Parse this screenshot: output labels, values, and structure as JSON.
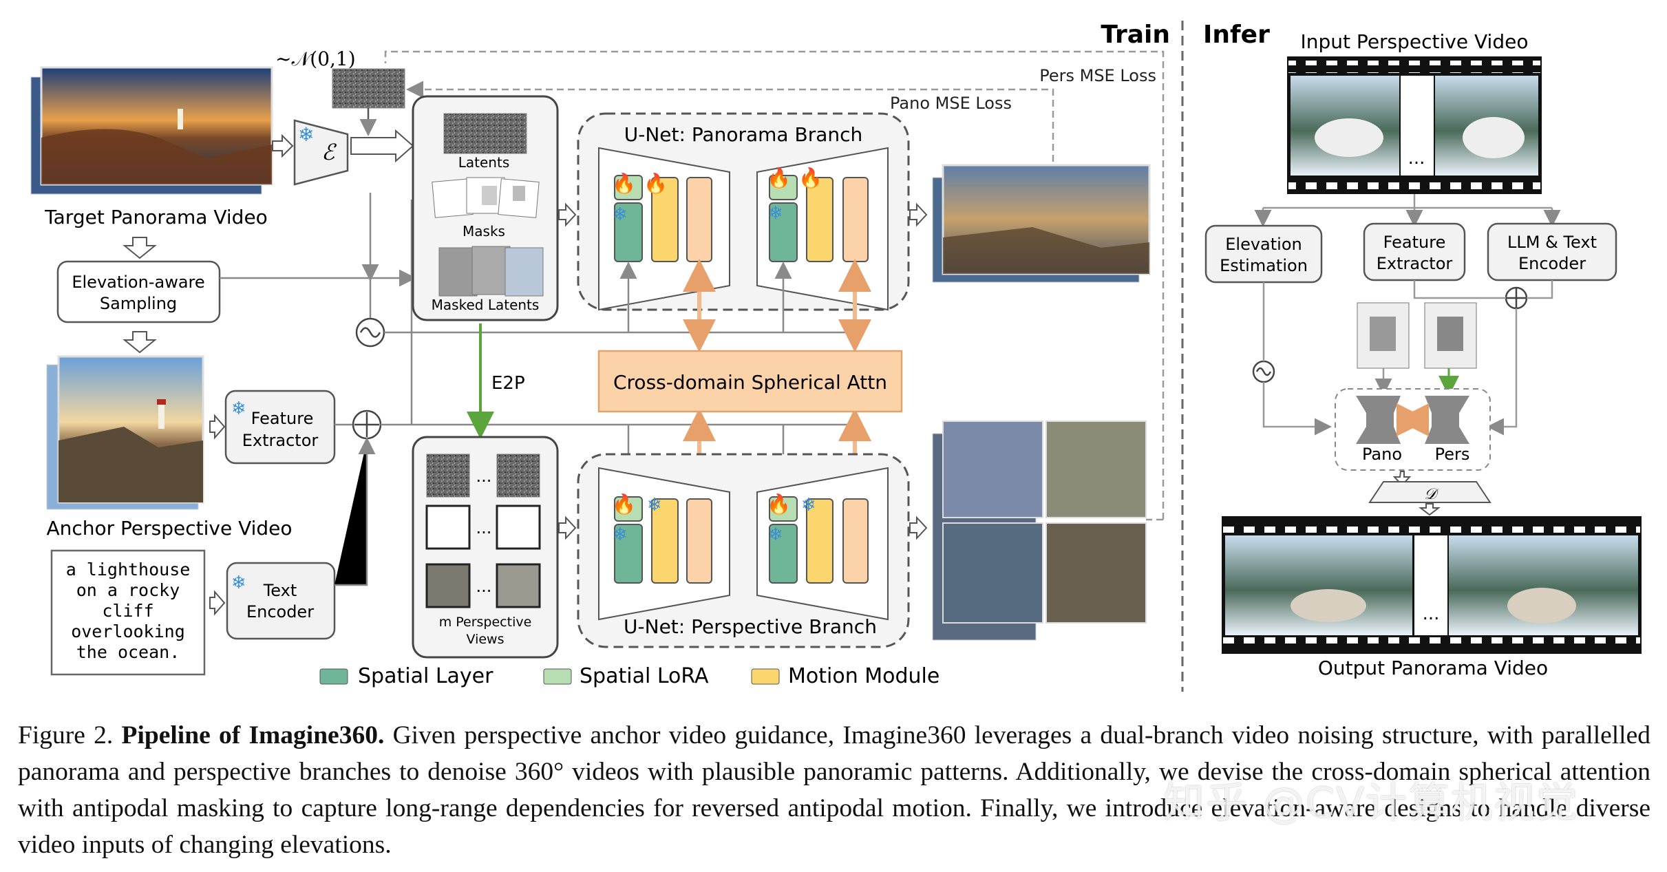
{
  "train": {
    "title": "Train",
    "noise_label": "~𝒩(0,1)",
    "pers_mse_loss": "Pers MSE Loss",
    "pano_mse_loss": "Pano MSE Loss",
    "target_panorama_video": "Target Panorama Video",
    "elevation_aware_sampling": [
      "Elevation-aware",
      "Sampling"
    ],
    "anchor_perspective_video": "Anchor Perspective Video",
    "prompt_text": [
      "a lighthouse",
      "on a rocky",
      "cliff",
      "overlooking",
      "the ocean."
    ],
    "feature_extractor": [
      "Feature",
      "Extractor"
    ],
    "text_encoder": [
      "Text",
      "Encoder"
    ],
    "encoder_symbol": "ℰ",
    "latents": "Latents",
    "masks": "Masks",
    "masked_latents": "Masked Latents",
    "e2p": "E2P",
    "m_perspective_views": [
      "m Perspective",
      "Views"
    ],
    "unet_panorama": "U-Net: Panorama Branch",
    "unet_perspective": "U-Net: Perspective Branch",
    "cross_attn": "Cross-domain Spherical Attn",
    "ellipsis": "...",
    "legend": [
      {
        "label": "Spatial Layer",
        "color": "#6fb597"
      },
      {
        "label": "Spatial LoRA",
        "color": "#b6deb2"
      },
      {
        "label": "Motion Module",
        "color": "#fbd56e"
      }
    ]
  },
  "infer": {
    "title": "Infer",
    "input_perspective_video": "Input Perspective Video",
    "elevation_estimation": [
      "Elevation",
      "Estimation"
    ],
    "feature_extractor": [
      "Feature",
      "Extractor"
    ],
    "llm_text_encoder": [
      "LLM & Text",
      "Encoder"
    ],
    "pano": "Pano",
    "pers": "Pers",
    "decoder_symbol": "𝒟",
    "output_panorama_video": "Output Panorama Video",
    "ellipsis": "..."
  },
  "colors": {
    "spatial_layer": "#6fb597",
    "spatial_lora": "#b6deb2",
    "motion_module": "#fbd56e",
    "attn_fill": "#fcd2a8",
    "attn_border": "#e0a36e",
    "ice_blue": "#3a8fd8",
    "fire": "#f05a1e",
    "green_arrow": "#5aa63c",
    "orange_arrow": "#f3b98a"
  },
  "caption": {
    "prefix": "Figure 2. ",
    "bold": "Pipeline of Imagine360.",
    "body": " Given perspective anchor video guidance, Imagine360 leverages a dual-branch video noising structure, with parallelled panorama and perspective branches to denoise 360° videos with plausible panoramic patterns. Additionally, we devise the cross-domain spherical attention with antipodal masking to capture long-range dependencies for reversed antipodal motion. Finally, we introduce elevation-aware designs to handle diverse video inputs of changing elevations."
  },
  "watermark": "知乎 @CV计算机视觉"
}
